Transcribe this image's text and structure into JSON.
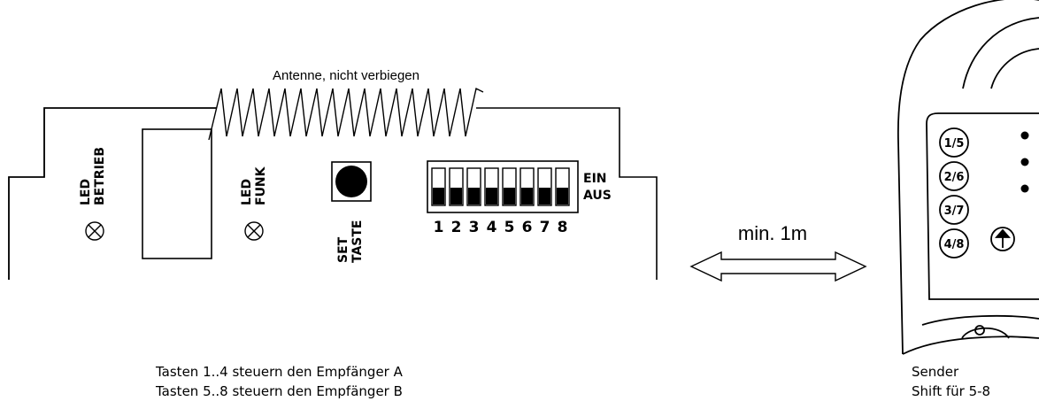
{
  "colors": {
    "line": "#000000",
    "background": "#ffffff"
  },
  "receiver": {
    "antenna_label": "Antenne, nicht verbiegen",
    "led_betrieb": {
      "line1": "LED",
      "line2": "BETRIEB",
      "icon": "led-lamp-icon"
    },
    "led_funk": {
      "line1": "LED",
      "line2": "FUNK",
      "icon": "led-lamp-icon"
    },
    "set_button": {
      "line1": "SET",
      "line2": "TASTE"
    },
    "dip_switch": {
      "on_label": "EIN",
      "off_label": "AUS",
      "numbers": [
        "1",
        "2",
        "3",
        "4",
        "5",
        "6",
        "7",
        "8"
      ]
    }
  },
  "distance_label": "min. 1m",
  "transmitter": {
    "buttons": [
      "1/5",
      "2/6",
      "3/7",
      "4/8"
    ],
    "shift_icon": "shift-arrow-icon"
  },
  "captions": {
    "keys_line1": "Tasten 1..4 steuern den Empfänger A",
    "keys_line2": "Tasten 5..8 steuern den Empfänger B",
    "sender_line1": "Sender",
    "sender_line2": "Shift für 5-8"
  }
}
